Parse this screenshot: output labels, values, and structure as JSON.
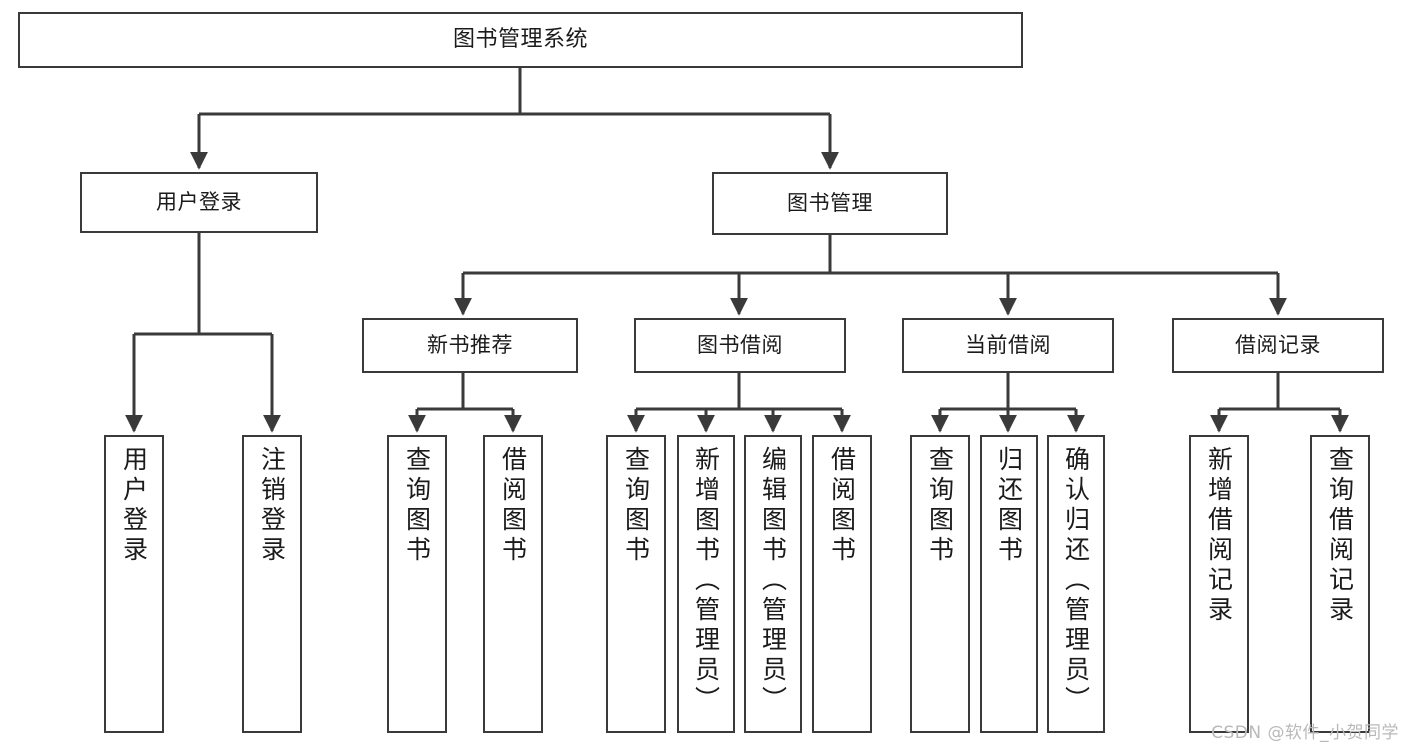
{
  "diagram": {
    "title": "图书管理系统",
    "type": "tree",
    "root": {
      "label": "图书管理系统"
    },
    "level2": [
      {
        "label": "用户登录"
      },
      {
        "label": "图书管理"
      }
    ],
    "level3": [
      {
        "label": "新书推荐"
      },
      {
        "label": "图书借阅"
      },
      {
        "label": "当前借阅"
      },
      {
        "label": "借阅记录"
      }
    ],
    "leaves": {
      "user_login": [
        {
          "label": "用户登录"
        },
        {
          "label": "注销登录"
        }
      ],
      "new_book": [
        {
          "label": "查询图书"
        },
        {
          "label": "借阅图书"
        }
      ],
      "book_borrow": [
        {
          "label": "查询图书"
        },
        {
          "label": "新增图书（管理员）"
        },
        {
          "label": "编辑图书（管理员）"
        },
        {
          "label": "借阅图书"
        }
      ],
      "current_borrow": [
        {
          "label": "查询图书"
        },
        {
          "label": "归还图书"
        },
        {
          "label": "确认归还（管理员）"
        }
      ],
      "borrow_record": [
        {
          "label": "新增借阅记录"
        },
        {
          "label": "查询借阅记录"
        }
      ]
    }
  },
  "watermark": {
    "text": "CSDN @软件_小贺同学"
  },
  "colors": {
    "border": "#3a3a3a",
    "text": "#1b1b1b",
    "background": "#ffffff",
    "watermark": "#b9b9b9"
  }
}
